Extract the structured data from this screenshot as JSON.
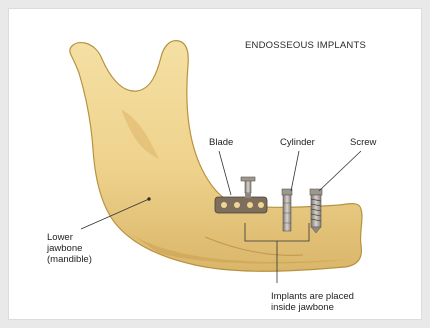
{
  "title": "ENDOSSEOUS IMPLANTS",
  "labels": {
    "blade": "Blade",
    "cylinder": "Cylinder",
    "screw": "Screw",
    "lower_jawbone": [
      "Lower",
      "jawbone",
      "(mandible)"
    ],
    "implants_note": [
      "Implants are placed",
      "inside jawbone"
    ]
  },
  "colors": {
    "bone": "#f0d694",
    "bone_shadow": "#d2ad5c",
    "metal": "#a8a29a"
  }
}
